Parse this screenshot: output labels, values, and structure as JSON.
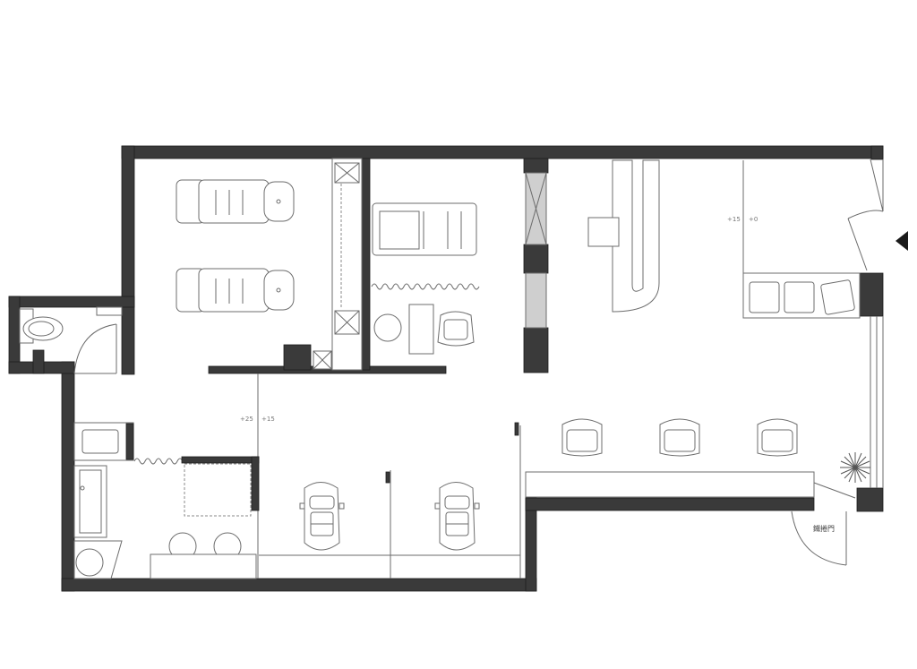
{
  "plan": {
    "level_marks": [
      "+25",
      "+15",
      "+15",
      "+0"
    ],
    "door_label": "鐵捲門"
  }
}
